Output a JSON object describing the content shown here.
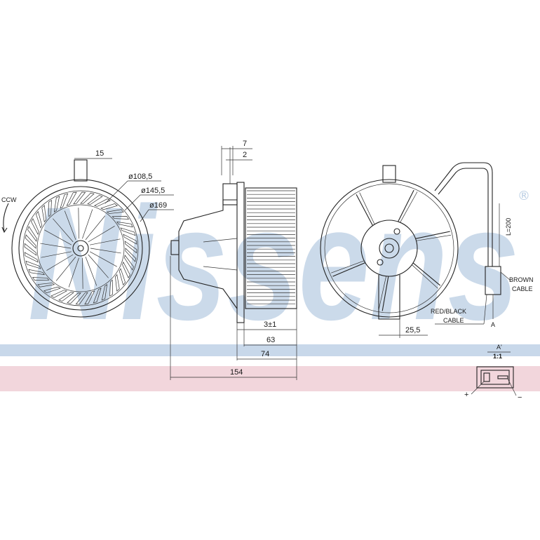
{
  "watermark": {
    "text": "Nissens",
    "registered": "®",
    "color": "#b9cde3"
  },
  "bands": {
    "blue": "#c8d8ea",
    "pink": "#f2d6dc"
  },
  "front_view": {
    "rotation": "CCW",
    "dims": {
      "width_15": "15",
      "d1": "ø108,5",
      "d2": "ø145,5",
      "d3": "ø169"
    }
  },
  "side_view": {
    "dims": {
      "d7": "7",
      "d2": "2",
      "d3": "3±1",
      "d63": "63",
      "d74": "74",
      "d154": "154"
    }
  },
  "rear_view": {
    "labels": {
      "brown": "BROWN",
      "brown_cable": "CABLE",
      "redblack": "RED/BLACK",
      "redblack_cable": "CABLE",
      "length": "L=200",
      "offset": "25,5",
      "section_a": "A"
    }
  },
  "connector_detail": {
    "label": "A'",
    "scale": "1:1",
    "plus": "+",
    "minus": "−"
  }
}
